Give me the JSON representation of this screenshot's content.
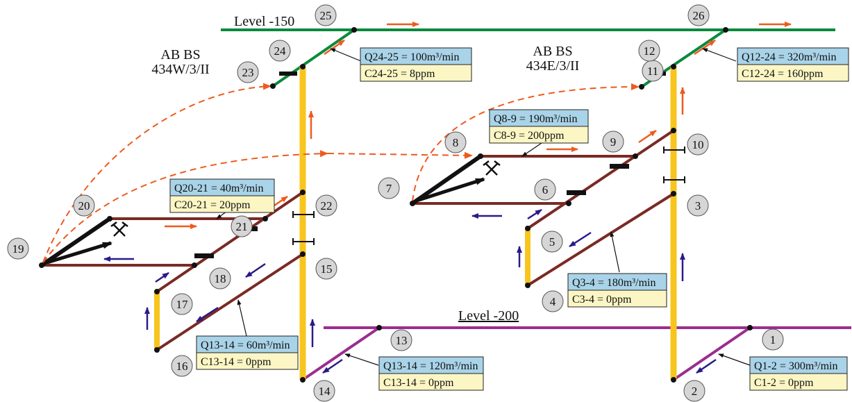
{
  "titles": {
    "level_upper": "Level -150",
    "level_lower": "Level -200",
    "section_west_line1": "AB BS",
    "section_west_line2": "434W/3/II",
    "section_east_line1": "AB BS",
    "section_east_line2": "434E/3/II"
  },
  "nodes": [
    "1",
    "2",
    "3",
    "4",
    "5",
    "6",
    "7",
    "8",
    "9",
    "10",
    "11",
    "12",
    "13",
    "14",
    "15",
    "16",
    "17",
    "18",
    "19",
    "20",
    "21",
    "22",
    "23",
    "24",
    "25",
    "26"
  ],
  "boxes": [
    {
      "q": "Q24-25 = 100m³/min",
      "c": "C24-25 = 8ppm"
    },
    {
      "q": "Q12-24 = 320m³/min",
      "c": "C12-24 = 160ppm"
    },
    {
      "q": "Q8-9 = 190m³/min",
      "c": "C8-9 = 200ppm"
    },
    {
      "q": "Q20-21 = 40m³/min",
      "c": "C20-21 = 20ppm"
    },
    {
      "q": "Q3-4 = 180m³/min",
      "c": "C3-4 = 0ppm"
    },
    {
      "q": "Q13-14 = 60m³/min",
      "c": "C13-14 = 0ppm"
    },
    {
      "q": "Q13-14 = 120m³/min",
      "c": "C13-14 = 0ppm"
    },
    {
      "q": "Q1-2 = 300m³/min",
      "c": "C1-2 = 0ppm"
    }
  ],
  "colors": {
    "level_upper_line": "#0a8a3c",
    "level_lower_line": "#9b2d8f",
    "shaft": "#f7c51e",
    "drift": "#7a2a25",
    "arrow_fresh": "#2a1a8a",
    "arrow_used": "#ee5a1e",
    "box_q_fill": "#a9d3e8",
    "box_c_fill": "#fbf6c4",
    "node_fill": "#d6d6d6"
  }
}
